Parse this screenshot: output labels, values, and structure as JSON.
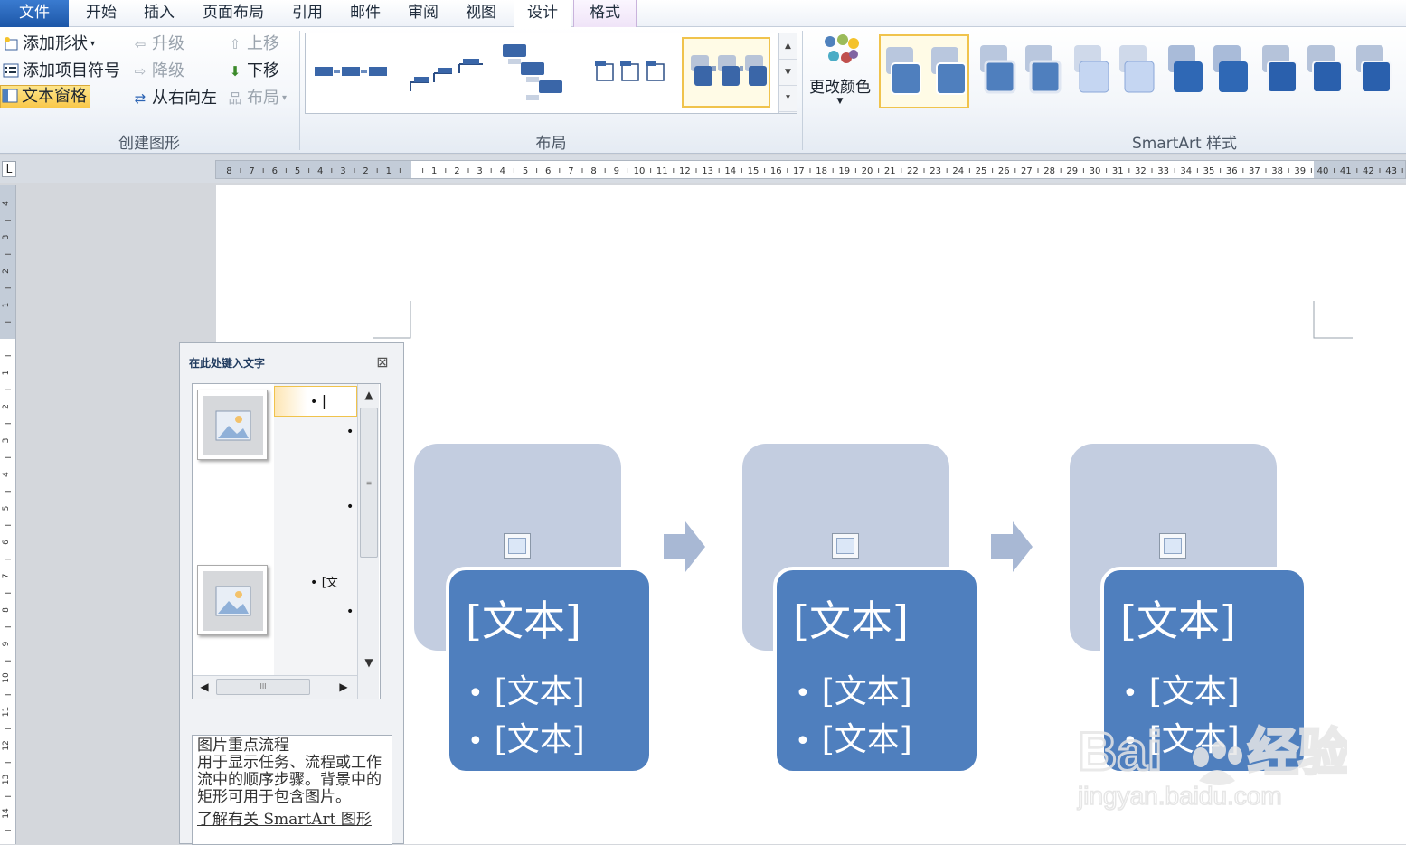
{
  "tabs": [
    "文件",
    "开始",
    "插入",
    "页面布局",
    "引用",
    "邮件",
    "审阅",
    "视图",
    "设计",
    "格式"
  ],
  "ribbon": {
    "create": {
      "label": "创建图形",
      "add_shape": "添加形状",
      "add_bullet": "添加项目符号",
      "text_pane": "文本窗格",
      "promote": "升级",
      "demote": "降级",
      "right_to_left": "从右向左",
      "move_up": "上移",
      "move_down": "下移",
      "layout": "布局"
    },
    "layouts": {
      "label": "布局"
    },
    "styles": {
      "label": "SmartArt 样式",
      "change_colors": "更改颜色"
    }
  },
  "text_pane": {
    "title": "在此处键入文字",
    "items": [
      "[文"
    ],
    "desc_title": "图片重点流程",
    "desc_body": "用于显示任务、流程或工作流中的顺序步骤。背景中的矩形可用于包含图片。",
    "link": "了解有关 SmartArt 图形"
  },
  "smartart": {
    "items": [
      {
        "title": "[文本]",
        "bullets": [
          "[文本]",
          "[文本]"
        ]
      },
      {
        "title": "[文本]",
        "bullets": [
          "[文本]",
          "[文本]"
        ]
      },
      {
        "title": "[文本]",
        "bullets": [
          "[文本]",
          "[文本]"
        ]
      }
    ]
  },
  "watermark": {
    "brand": "Baidu经验",
    "url": "jingyan.baidu.com"
  },
  "colors": {
    "shape_fill": "#4f7fbe",
    "shape_bg": "#c3cde0",
    "accent": "#f0c34c"
  }
}
